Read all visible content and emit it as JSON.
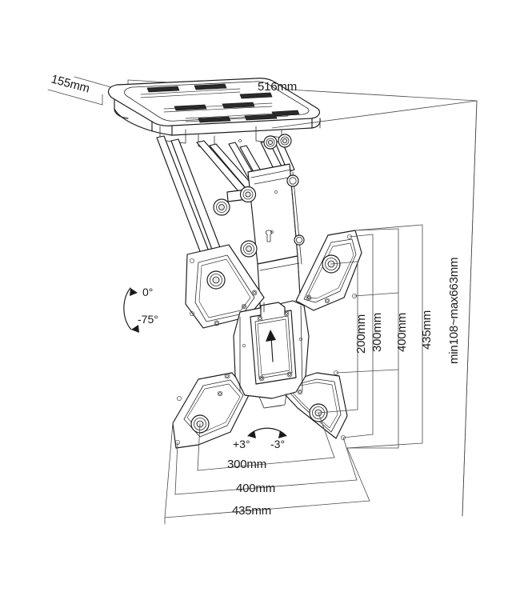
{
  "drawing": {
    "title": "Motorized ceiling TV mount technical drawing",
    "background_color": "#ffffff",
    "line_color": "#1a1a1a",
    "view": "isometric exploded dimension view",
    "product": "ceiling flip-down TV bracket with scissor lift and X-shaped VESA plate"
  },
  "dimensions": {
    "ceiling_plate_depth": "155mm",
    "ceiling_plate_width": "516mm",
    "vesa_vertical_200": "200mm",
    "vesa_vertical_300": "300mm",
    "vesa_vertical_400": "400mm",
    "vesa_vertical_435": "435mm",
    "drop_range": "min108~max663mm",
    "vesa_horizontal_300": "300mm",
    "vesa_horizontal_400": "400mm",
    "vesa_horizontal_435": "435mm"
  },
  "angles": {
    "tilt_top": "0°",
    "tilt_bottom": "-75°",
    "swivel_left": "+3°",
    "swivel_right": "-3°"
  },
  "labels": {
    "orientation_arrow": "up-arrow"
  }
}
